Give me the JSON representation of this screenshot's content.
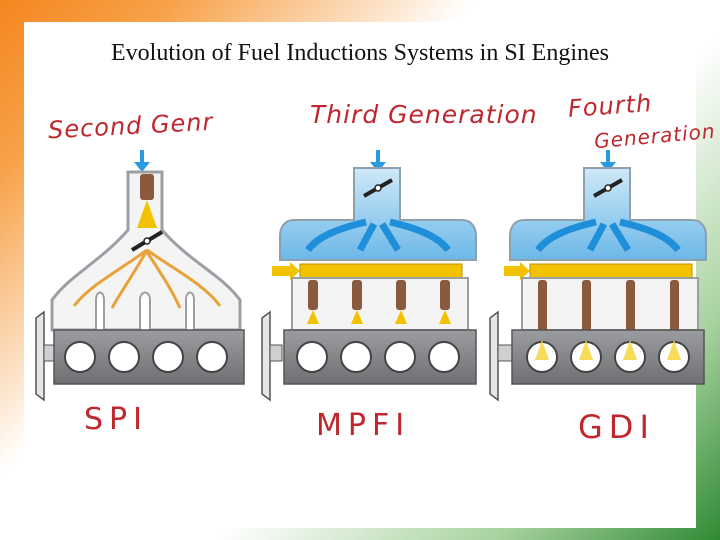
{
  "slide": {
    "title": "Evolution of Fuel Inductions Systems in SI Engines"
  },
  "annotations": {
    "second_gen": "Second Genr",
    "third_gen": "Third Generation",
    "fourth_gen_line1": "Fourth",
    "fourth_gen_line2": "Generation",
    "spi": "SPI",
    "mpfi": "MPFI",
    "gdi": "GDI"
  },
  "colors": {
    "annotation_red": "#c0262d",
    "air_blue": "#1e8fd8",
    "fuel_yellow": "#f2c200",
    "engine_gray": "#7d7f83",
    "injector_brown": "#8a5a3c",
    "flow_orange": "#e8a23a"
  }
}
